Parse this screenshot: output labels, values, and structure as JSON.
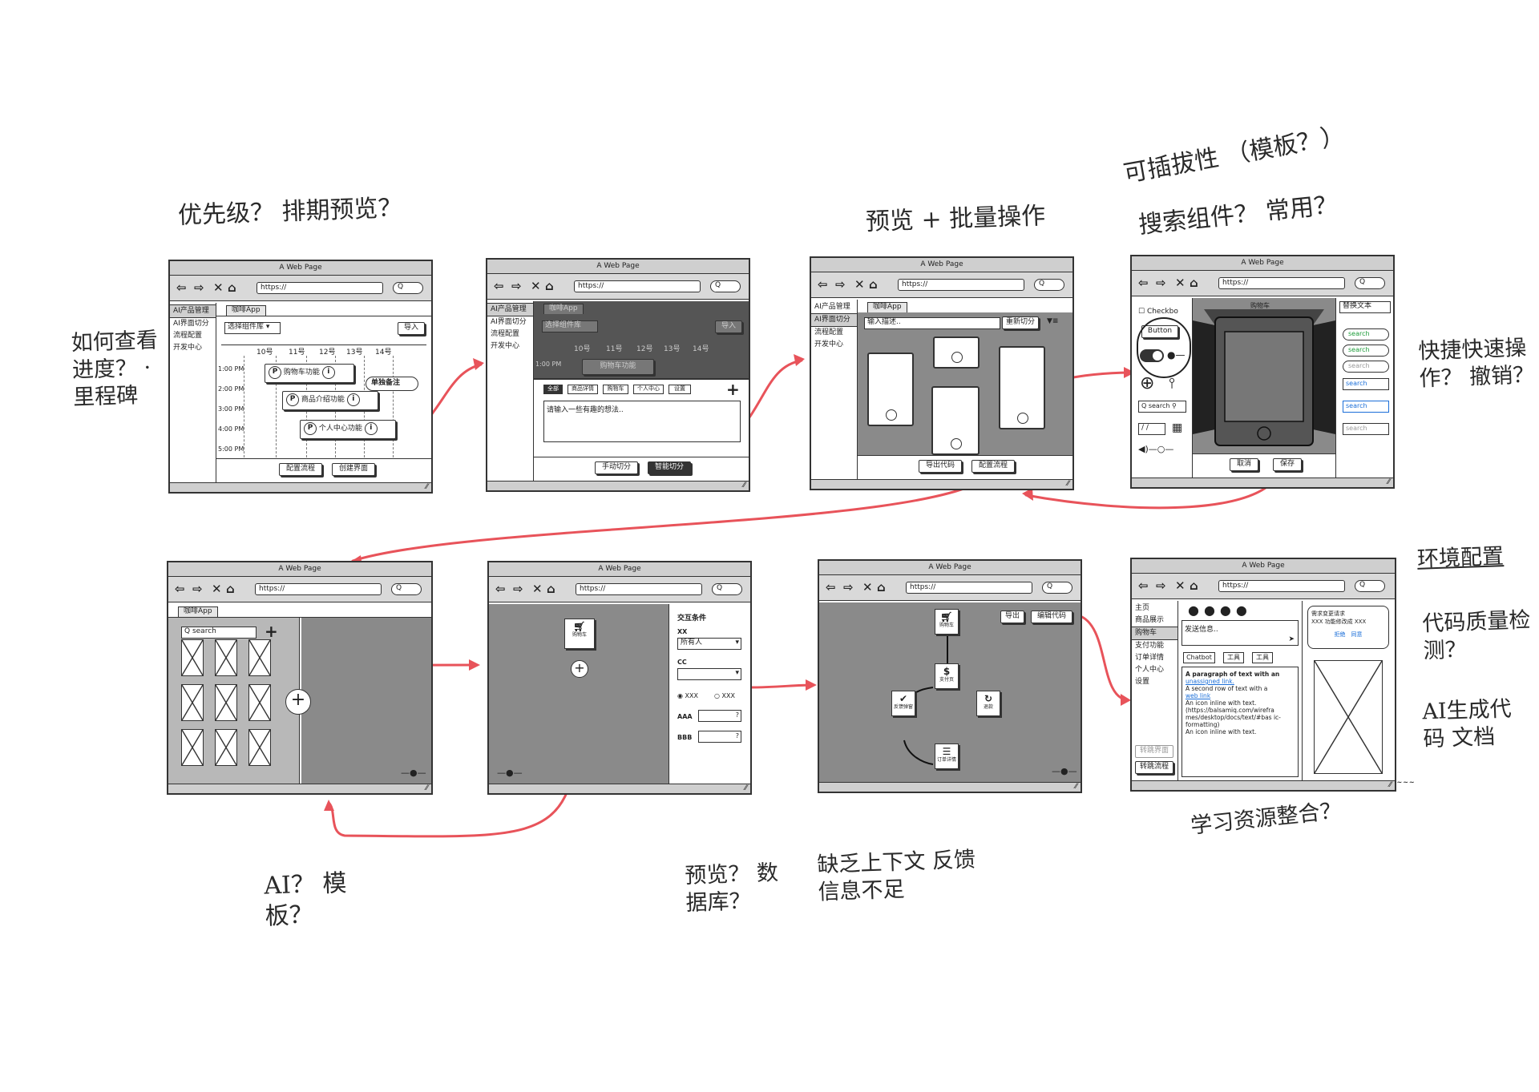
{
  "colors": {
    "arrow": "#e8535a",
    "ink": "#333333",
    "panel_gray": "#8a8a8a"
  },
  "annotations": {
    "top_left": "优先级？ 排期预览？",
    "left_progress": "如何查看 进度？ ·里程碑",
    "top_mid": "预览 + 批量操作",
    "top_right_1": "可插拔性 （模板？）",
    "top_right_2": "搜索组件？ 常用？",
    "right_shortcut": "快捷快速操 作？ 撤销？",
    "right_env": "环境配置",
    "right_quality": "代码质量检 测？",
    "right_docs": "AI生成代码 文档",
    "bottom_ai": "AI？ 模板？",
    "bottom_preview": "预览？ 数据库？",
    "bottom_context": "缺乏上下文 反馈信息不足",
    "bottom_resources": "学习资源整合？"
  },
  "browser": {
    "title": "A Web Page",
    "url": "https://",
    "search_glyph": "Q"
  },
  "sidebar": [
    "AI产品管理",
    "AI界面切分",
    "流程配置",
    "开发中心"
  ],
  "w1": {
    "tab": "咖啡App",
    "select": "选择组件库",
    "import_button": "导入",
    "dates": [
      "10号",
      "11号",
      "12号",
      "13号",
      "14号"
    ],
    "times": [
      "1:00 PM",
      "2:00 PM",
      "3:00 PM",
      "4:00 PM",
      "5:00 PM"
    ],
    "tasks": [
      "购物车功能",
      "商品介绍功能",
      "个人中心功能"
    ],
    "task_badge": "P",
    "info_badge": "i",
    "note": "单独备注",
    "buttons": [
      "配置流程",
      "创建界面"
    ]
  },
  "w2": {
    "tab": "咖啡App",
    "select": "选择组件库",
    "import_button": "导入",
    "dates": [
      "10号",
      "11号",
      "12号",
      "13号",
      "14号"
    ],
    "time": "1:00 PM",
    "ghost_task": "购物车功能",
    "chips": [
      "全部",
      "商品详情",
      "购物车",
      "个人中心",
      "设置"
    ],
    "plus": "+",
    "textarea": "请输入一些有趣的想法..",
    "buttons": [
      "手动切分",
      "智能切分"
    ]
  },
  "w3": {
    "tab": "咖啡App",
    "input": "输入描述..",
    "recut": "重新切分",
    "filter_icon": "▼≡",
    "buttons": [
      "导出代码",
      "配置流程"
    ]
  },
  "w4": {
    "checkbox": "Checkbo",
    "button": "Button",
    "search_small": "search",
    "text_sample": "/ /",
    "screen_title": "购物车",
    "replace": "替换文本",
    "searches": [
      "search",
      "search",
      "search",
      "search",
      "search",
      "search"
    ],
    "buttons": [
      "取消",
      "保存"
    ]
  },
  "w5": {
    "tab": "咖啡App",
    "search": "search",
    "plus": "+"
  },
  "w6": {
    "node": "购物车",
    "plus": "+",
    "panel_title": "交互条件",
    "xx_label": "XX",
    "xx_value": "所有人",
    "cc_label": "CC",
    "cc_value": "",
    "radios": [
      "XXX",
      "XXX"
    ],
    "aaa": "AAA",
    "bbb": "BBB",
    "help_glyph": "?"
  },
  "w7": {
    "export": "导出",
    "edit_code": "编辑代码",
    "nodes": [
      "购物车",
      "支付页",
      "反馈弹窗",
      "退款",
      "订单详情"
    ]
  },
  "w8": {
    "menu": [
      "主页",
      "商品展示",
      "购物车",
      "支付功能",
      "订单详情",
      "个人中心",
      "设置"
    ],
    "jump_page": "转跳界面",
    "jump_flow": "转跳流程",
    "send": "发送信息..",
    "tabs": [
      "Chatbot",
      "工具",
      "工具"
    ],
    "para_title": "A paragraph of text with an",
    "para_link1": "unassigned link.",
    "para_line2": "A second row of text with a",
    "para_link2": "web link",
    "para_line3": "An icon inline with text.",
    "para_url": "(https://balsamiq.com/wirefra mes/desktop/docs/text/#bas ic-formatting)",
    "para_line4": "An icon inline with text.",
    "bubble_title": "需求变更请求",
    "bubble_text": "XXX 功能修改成 XXX",
    "bubble_actions": [
      "拒绝",
      "同意"
    ],
    "squiggle": "~~~~ ~~~~ ~~~~ ~~~~"
  }
}
